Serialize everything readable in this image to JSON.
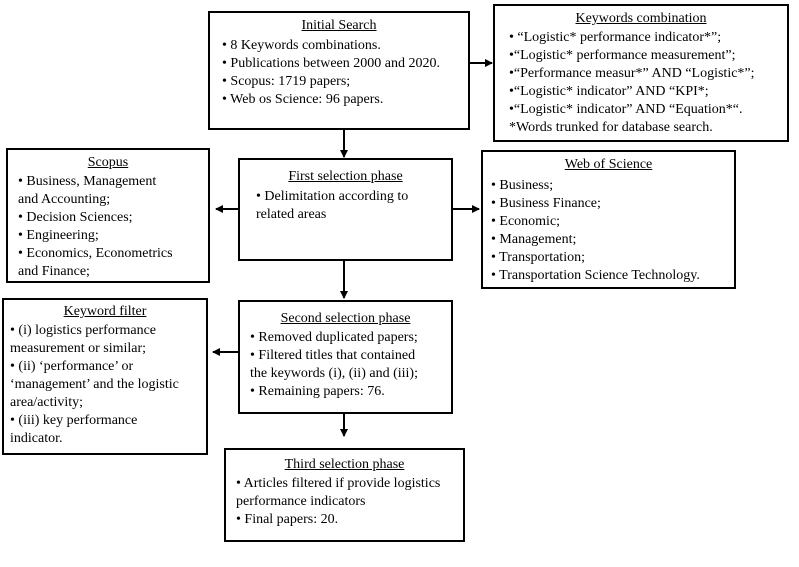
{
  "initial_search": {
    "title": "Initial Search",
    "lines": [
      "• 8 Keywords  combinations.",
      "• Publications between 2000 and 2020.",
      "• Scopus: 1719 papers;",
      "• Web os Science: 96 papers."
    ]
  },
  "keywords_combination": {
    "title": "Keywords combination",
    "lines": [
      "• “Logistic* performance indicator*”;",
      "•“Logistic* performance measurement”;",
      "•“Performance measur*” AND “Logistic*”;",
      "•“Logistic* indicator” AND “KPI*;",
      "•“Logistic* indicator” AND “Equation*“.",
      "*Words trunked for database search."
    ]
  },
  "scopus": {
    "title": "Scopus",
    "lines": [
      "• Business, Management",
      "and Accounting;",
      "• Decision Sciences;",
      "• Engineering;",
      "• Economics, Econometrics",
      " and  Finance;"
    ]
  },
  "first_selection": {
    "title": "First selection phase",
    "lines": [
      "• Delimitation according to",
      "related areas"
    ]
  },
  "web_of_science": {
    "title": "Web of Science",
    "lines": [
      "• Business;",
      "• Business Finance;",
      "• Economic;",
      "• Management;",
      "• Transportation;",
      "• Transportation Science Technology."
    ]
  },
  "keyword_filter": {
    "title": "Keyword filter",
    "lines": [
      "• (i) logistics performance",
      "measurement or similar;",
      "• (ii) ‘performance’ or",
      "‘management’ and the logistic",
      "area/activity;",
      "• (iii) key performance",
      "indicator."
    ]
  },
  "second_selection": {
    "title": "Second selection phase",
    "lines": [
      "• Removed duplicated papers;",
      "• Filtered titles that contained",
      "the keywords  (i), (ii) and (iii);",
      "• Remaining papers: 76."
    ]
  },
  "third_selection": {
    "title": "Third selection phase",
    "lines": [
      "• Articles filtered if provide logistics",
      "performance indicators",
      "• Final papers: 20."
    ]
  }
}
